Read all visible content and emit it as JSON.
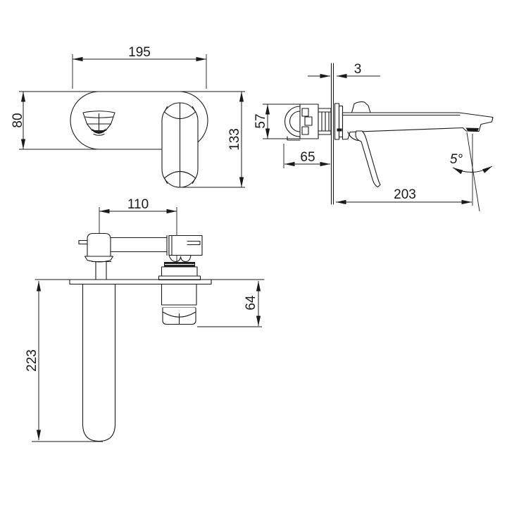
{
  "colors": {
    "background": "#ffffff",
    "line": "#1a1a1a"
  },
  "dims": {
    "front_width": "195",
    "front_plate_height": "80",
    "front_overall_height": "133",
    "side_plate_thickness": "3",
    "side_body_height": "57",
    "side_body_depth": "65",
    "side_spout_reach": "203",
    "side_stream_angle": "5°",
    "plan_axis_spacing": "110",
    "plan_handle_projection": "64",
    "plan_spout_length": "223"
  }
}
